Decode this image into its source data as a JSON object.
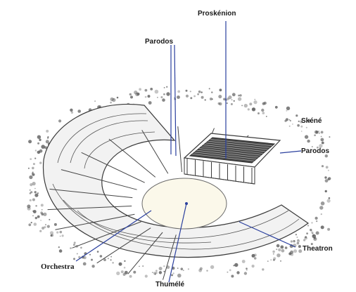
{
  "labels": {
    "proskenion": "Proskénion",
    "parodos_top": "Parodos",
    "skene": "Skéné",
    "parodos_right": "Parodos",
    "theatron": "Theatron",
    "orchestra": "Orchestra",
    "thumele": "Thumélé"
  },
  "colors": {
    "leader_line": "#2a3f9e",
    "ink": "#3a3a3a",
    "orchestra_fill": "#fbf8ea",
    "foliage": "#5c5c5c"
  }
}
